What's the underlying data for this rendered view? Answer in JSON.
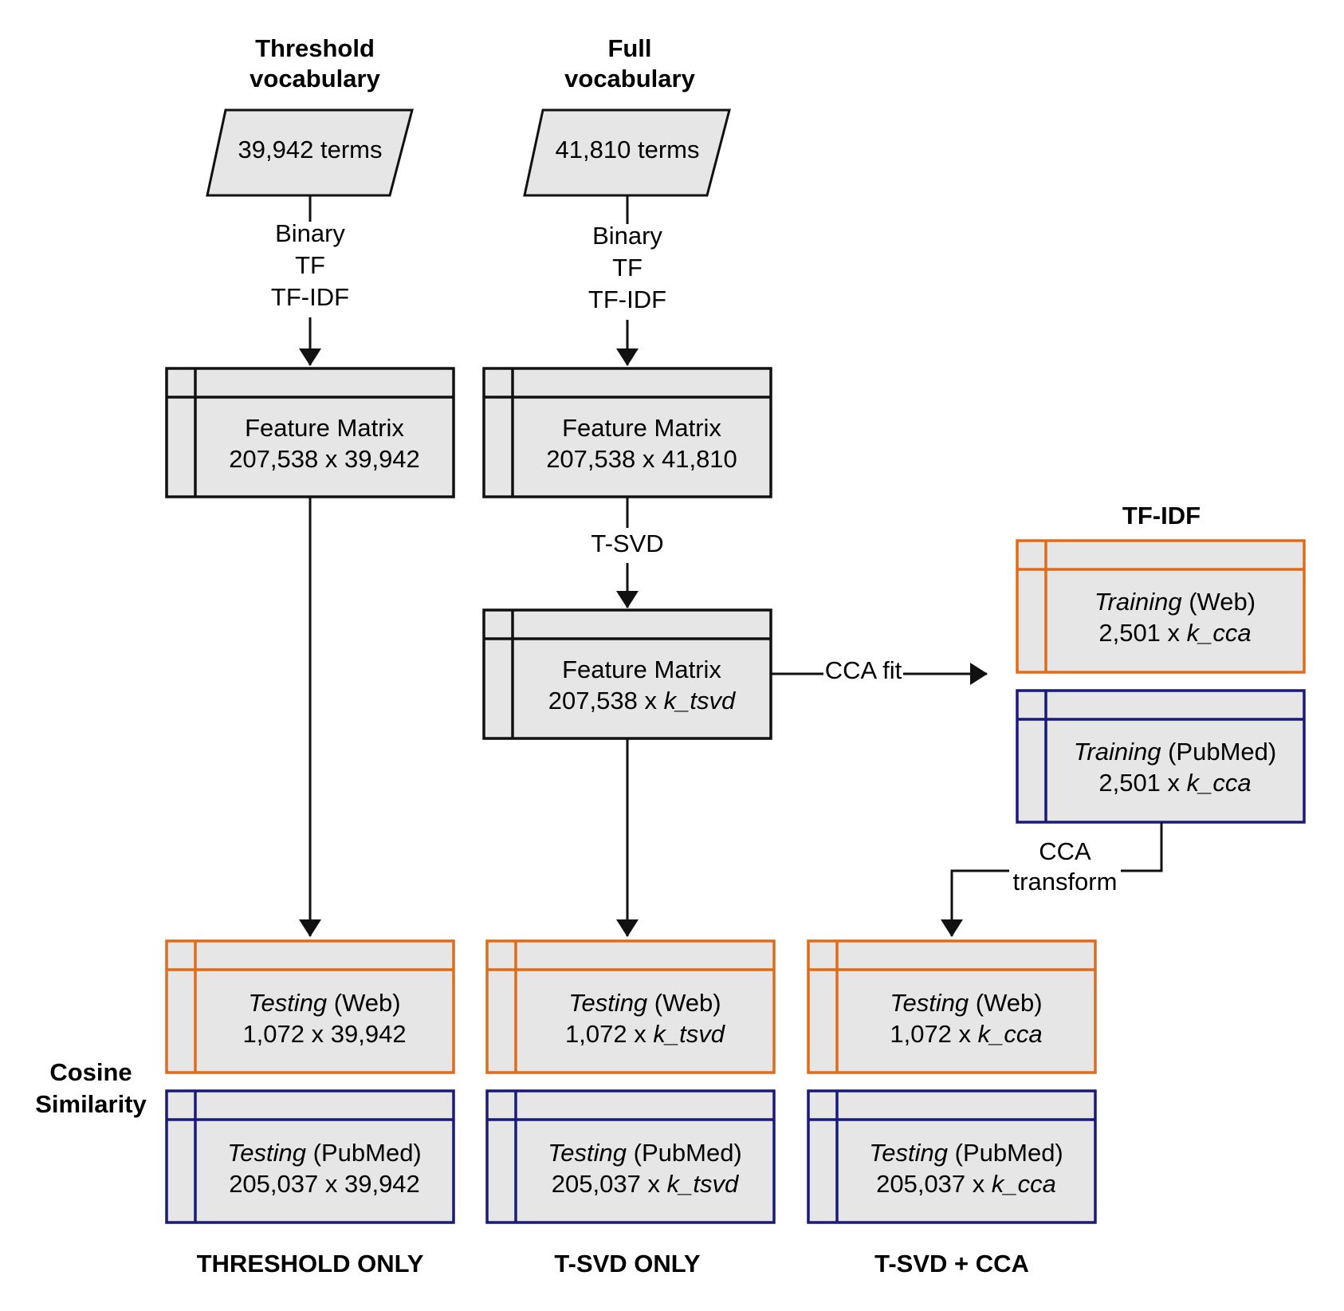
{
  "colors": {
    "black": "#111111",
    "orange": "#e06c1a",
    "navy": "#1a1a7a",
    "box_fill": "#e6e6e6"
  },
  "headers": {
    "threshold_vocab": [
      "Threshold",
      "vocabulary"
    ],
    "full_vocab": [
      "Full",
      "vocabulary"
    ],
    "tfidf": "TF-IDF",
    "cosine": [
      "Cosine",
      "Similarity"
    ]
  },
  "inputs": {
    "threshold_terms": "39,942 terms",
    "full_terms": "41,810 terms"
  },
  "weightings": [
    "Binary",
    "TF",
    "TF-IDF"
  ],
  "matrices": {
    "threshold": [
      "Feature Matrix",
      "207,538 x 39,942"
    ],
    "full": [
      "Feature Matrix",
      "207,538 x 41,810"
    ],
    "tsvd": {
      "line1": "Feature Matrix",
      "line2_prefix": "207,538 x ",
      "line2_italic": "k_tsvd"
    }
  },
  "steps": {
    "tsvd": "T-SVD",
    "cca_fit": "CCA fit",
    "cca_transform": [
      "CCA",
      "transform"
    ]
  },
  "training": {
    "web": {
      "italic": "Training",
      "suffix": " (Web)",
      "dims_prefix": "2,501 x ",
      "dims_italic": "k_cca"
    },
    "pubmed": {
      "italic": "Training",
      "suffix": " (PubMed)",
      "dims_prefix": "2,501 x ",
      "dims_italic": "k_cca"
    }
  },
  "testing": {
    "threshold_web": {
      "italic": "Testing",
      "suffix": " (Web)",
      "dims_prefix": "1,072 x 39,942",
      "dims_italic": ""
    },
    "threshold_pubmed": {
      "italic": "Testing",
      "suffix": " (PubMed)",
      "dims_prefix": "205,037 x 39,942",
      "dims_italic": ""
    },
    "tsvd_web": {
      "italic": "Testing",
      "suffix": " (Web)",
      "dims_prefix": "1,072 x ",
      "dims_italic": "k_tsvd"
    },
    "tsvd_pubmed": {
      "italic": "Testing",
      "suffix": " (PubMed)",
      "dims_prefix": "205,037 x ",
      "dims_italic": "k_tsvd"
    },
    "cca_web": {
      "italic": "Testing",
      "suffix": " (Web)",
      "dims_prefix": "1,072 x ",
      "dims_italic": "k_cca"
    },
    "cca_pubmed": {
      "italic": "Testing",
      "suffix": " (PubMed)",
      "dims_prefix": "205,037 x ",
      "dims_italic": "k_cca"
    }
  },
  "footers": {
    "threshold_only": "THRESHOLD ONLY",
    "tsvd_only": "T-SVD ONLY",
    "tsvd_cca": "T-SVD + CCA"
  }
}
